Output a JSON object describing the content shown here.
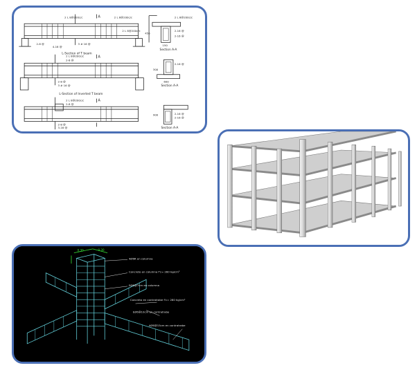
{
  "beam_sheet": {
    "t_beam": {
      "caption": "L-Section of T beam",
      "section_label": "Section A-A",
      "marker": "A",
      "labels": [
        "2 L 8@200c/c",
        "2-8 @",
        "3 # 16 @",
        "2 L 8@200c/c",
        "2-16 @",
        "2-16 @",
        "150",
        "450",
        "2 L 8@200c/c",
        "2 L 8@200c/c",
        "4-16 @"
      ]
    },
    "inverted_t_beam": {
      "caption": "L-Section of Inverted T beam",
      "section_label": "Section A-A",
      "marker": "A",
      "labels": [
        "2 L 8@200c/c",
        "2-8 @",
        "2-8 @",
        "3 # 16 @",
        "2-16 @",
        "300",
        "600"
      ]
    },
    "l_beam": {
      "section_label": "Section A-A",
      "marker": "A",
      "labels": [
        "2 L 8@200c/c",
        "2-8 @",
        "2-8 @",
        "3-16 @",
        "2-16 @",
        "2-16 @",
        "900"
      ]
    }
  },
  "joint_drawing": {
    "dimensions": [
      "0.30",
      "0.30"
    ],
    "callouts": [
      "4Ø6R en columna",
      "Concreto en columna f'c= 280 kg/cm²",
      "EØ6@7cm en columna",
      "Concreto en contratrabe f'c= 280 kg/cm²",
      "EØ6@10cm en contratrabe",
      "4Ø6@15cm en contratrabe"
    ],
    "colors": {
      "background": "#000000",
      "rebar": "#66d6e0",
      "text": "#e6e6e6",
      "dimension": "#39e639"
    }
  },
  "frame_render": {},
  "border_color": "#4a6fb5"
}
